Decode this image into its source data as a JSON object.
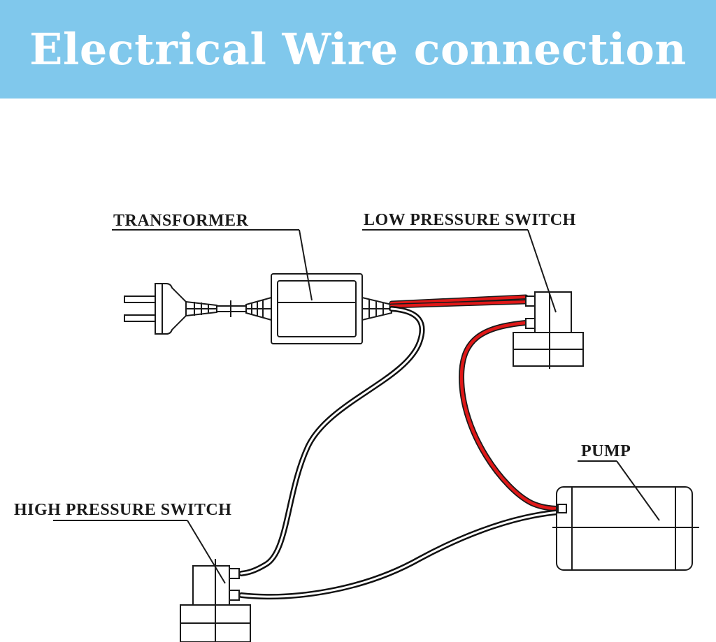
{
  "header": {
    "title": "Electrical Wire connection",
    "background": "#80c8ec",
    "text_color": "#ffffff"
  },
  "labels": {
    "transformer": "TRANSFORMER",
    "low_pressure_switch": "LOW PRESSURE SWITCH",
    "high_pressure_switch": "HIGH PRESSURE SWITCH",
    "pump": "PUMP"
  },
  "colors": {
    "red_wire": "#e01818",
    "black_wire": "#111111",
    "outline": "#1a1a1a"
  },
  "icons": [
    "plug-icon",
    "transformer-box",
    "low-pressure-switch-icon",
    "high-pressure-switch-icon",
    "pump-icon"
  ]
}
